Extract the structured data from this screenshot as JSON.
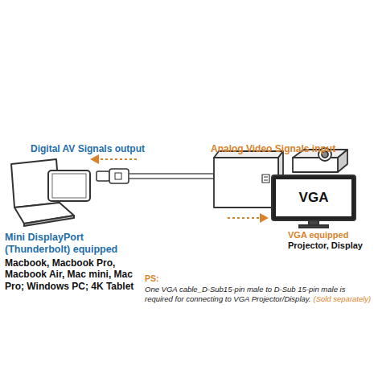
{
  "diagram": {
    "nodes": [
      {
        "text": [
          "VGA"
        ]
      }
    ],
    "labels": [
      "Digital AV Signals output",
      "Analog Video Signals input",
      "Mini DisplayPort (Thunderbolt) equipped",
      "Macbook, Macbook Pro, Macbook Air, Mac mini, Mac Pro; Windows PC; 4K Tablet",
      "VGA equipped",
      "Projector, Display",
      "PS:",
      "One VGA cable_D-Sub15-pin male to D-Sub 15-pin male is required for connecting to VGA Projector/Display.",
      "(Sold separately)"
    ]
  }
}
